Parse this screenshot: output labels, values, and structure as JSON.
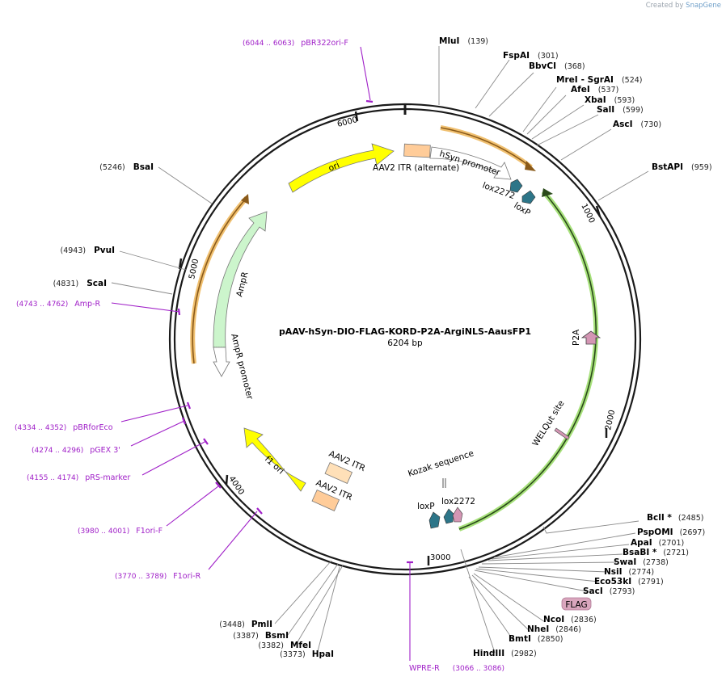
{
  "credit": {
    "prefix": "Created by",
    "brand": "SnapGene"
  },
  "title": "pAAV-hSyn-DIO-FLAG-KORD-P2A-ArgiNLS-AausFP1",
  "length": "6204 bp",
  "ticks": [
    "1000",
    "2000",
    "3000",
    "4000",
    "5000",
    "6000"
  ],
  "sites": [
    {
      "name": "MluI",
      "pos": "(139)"
    },
    {
      "name": "FspAI",
      "pos": "(301)"
    },
    {
      "name": "BbvCI",
      "pos": "(368)"
    },
    {
      "name": "MreI",
      "name2": "- SgrAI",
      "pos": "(524)"
    },
    {
      "name": "AfeI",
      "pos": "(537)"
    },
    {
      "name": "XbaI",
      "pos": "(593)"
    },
    {
      "name": "SalI",
      "pos": "(599)"
    },
    {
      "name": "AscI",
      "pos": "(730)"
    },
    {
      "name": "BstAPI",
      "pos": "(959)"
    },
    {
      "name": "BclI *",
      "pos": "(2485)"
    },
    {
      "name": "PspOMI",
      "pos": "(2697)"
    },
    {
      "name": "ApaI",
      "pos": "(2701)"
    },
    {
      "name": "BsaBI *",
      "pos": "(2721)"
    },
    {
      "name": "SwaI",
      "pos": "(2738)"
    },
    {
      "name": "NsiI",
      "pos": "(2774)"
    },
    {
      "name": "Eco53kI",
      "pos": "(2791)"
    },
    {
      "name": "SacI",
      "pos": "(2793)"
    },
    {
      "name": "NcoI",
      "pos": "(2836)"
    },
    {
      "name": "NheI",
      "pos": "(2846)"
    },
    {
      "name": "BmtI",
      "pos": "(2850)"
    },
    {
      "name": "HindIII",
      "pos": "(2982)"
    },
    {
      "name": "PmlI",
      "pos": "(3448)"
    },
    {
      "name": "BsmI",
      "pos": "(3387)"
    },
    {
      "name": "MfeI",
      "pos": "(3382)"
    },
    {
      "name": "HpaI",
      "pos": "(3373)"
    },
    {
      "name": "BsaI",
      "pos": "(5246)"
    },
    {
      "name": "PvuI",
      "pos": "(4943)"
    },
    {
      "name": "ScaI",
      "pos": "(4831)"
    }
  ],
  "primers": [
    {
      "name": "pBR322ori-F",
      "pos": "(6044 .. 6063)"
    },
    {
      "name": "Amp-R",
      "pos": "(4743 .. 4762)"
    },
    {
      "name": "pBRforEco",
      "pos": "(4334 .. 4352)"
    },
    {
      "name": "pGEX 3'",
      "pos": "(4274 .. 4296)"
    },
    {
      "name": "pRS-marker",
      "pos": "(4155 .. 4174)"
    },
    {
      "name": "F1ori-F",
      "pos": "(3980 .. 4001)"
    },
    {
      "name": "F1ori-R",
      "pos": "(3770 .. 3789)"
    },
    {
      "name": "WPRE-R",
      "pos": "(3066 .. 3086)"
    }
  ],
  "features": {
    "ori": "ori",
    "itr_alt": "AAV2 ITR (alternate)",
    "hsyn": "hSyn promoter",
    "lox2272_top": "lox2272",
    "loxp_top": "loxP",
    "p2a": "P2A",
    "welqut": "WELQut site",
    "kozak": "Kozak sequence",
    "loxp_bottom": "loxP",
    "lox2272_bottom": "lox2272",
    "flag": "FLAG",
    "itr_1": "AAV2 ITR",
    "itr_2": "AAV2 ITR",
    "f1ori": "f1 ori",
    "ampr": "AmpR",
    "ampr_promoter": "AmpR promoter"
  },
  "colors": {
    "backbone": "#1a1a1a",
    "primer": "#a020c8",
    "ori": "#ffff00",
    "ampr": "#ccf5cc",
    "itr": "#ffcc99",
    "lox": "#2d7588",
    "p2a": "#d496b4",
    "orf_highlight": "#f0c070",
    "green_highlight": "#a6e07a"
  }
}
